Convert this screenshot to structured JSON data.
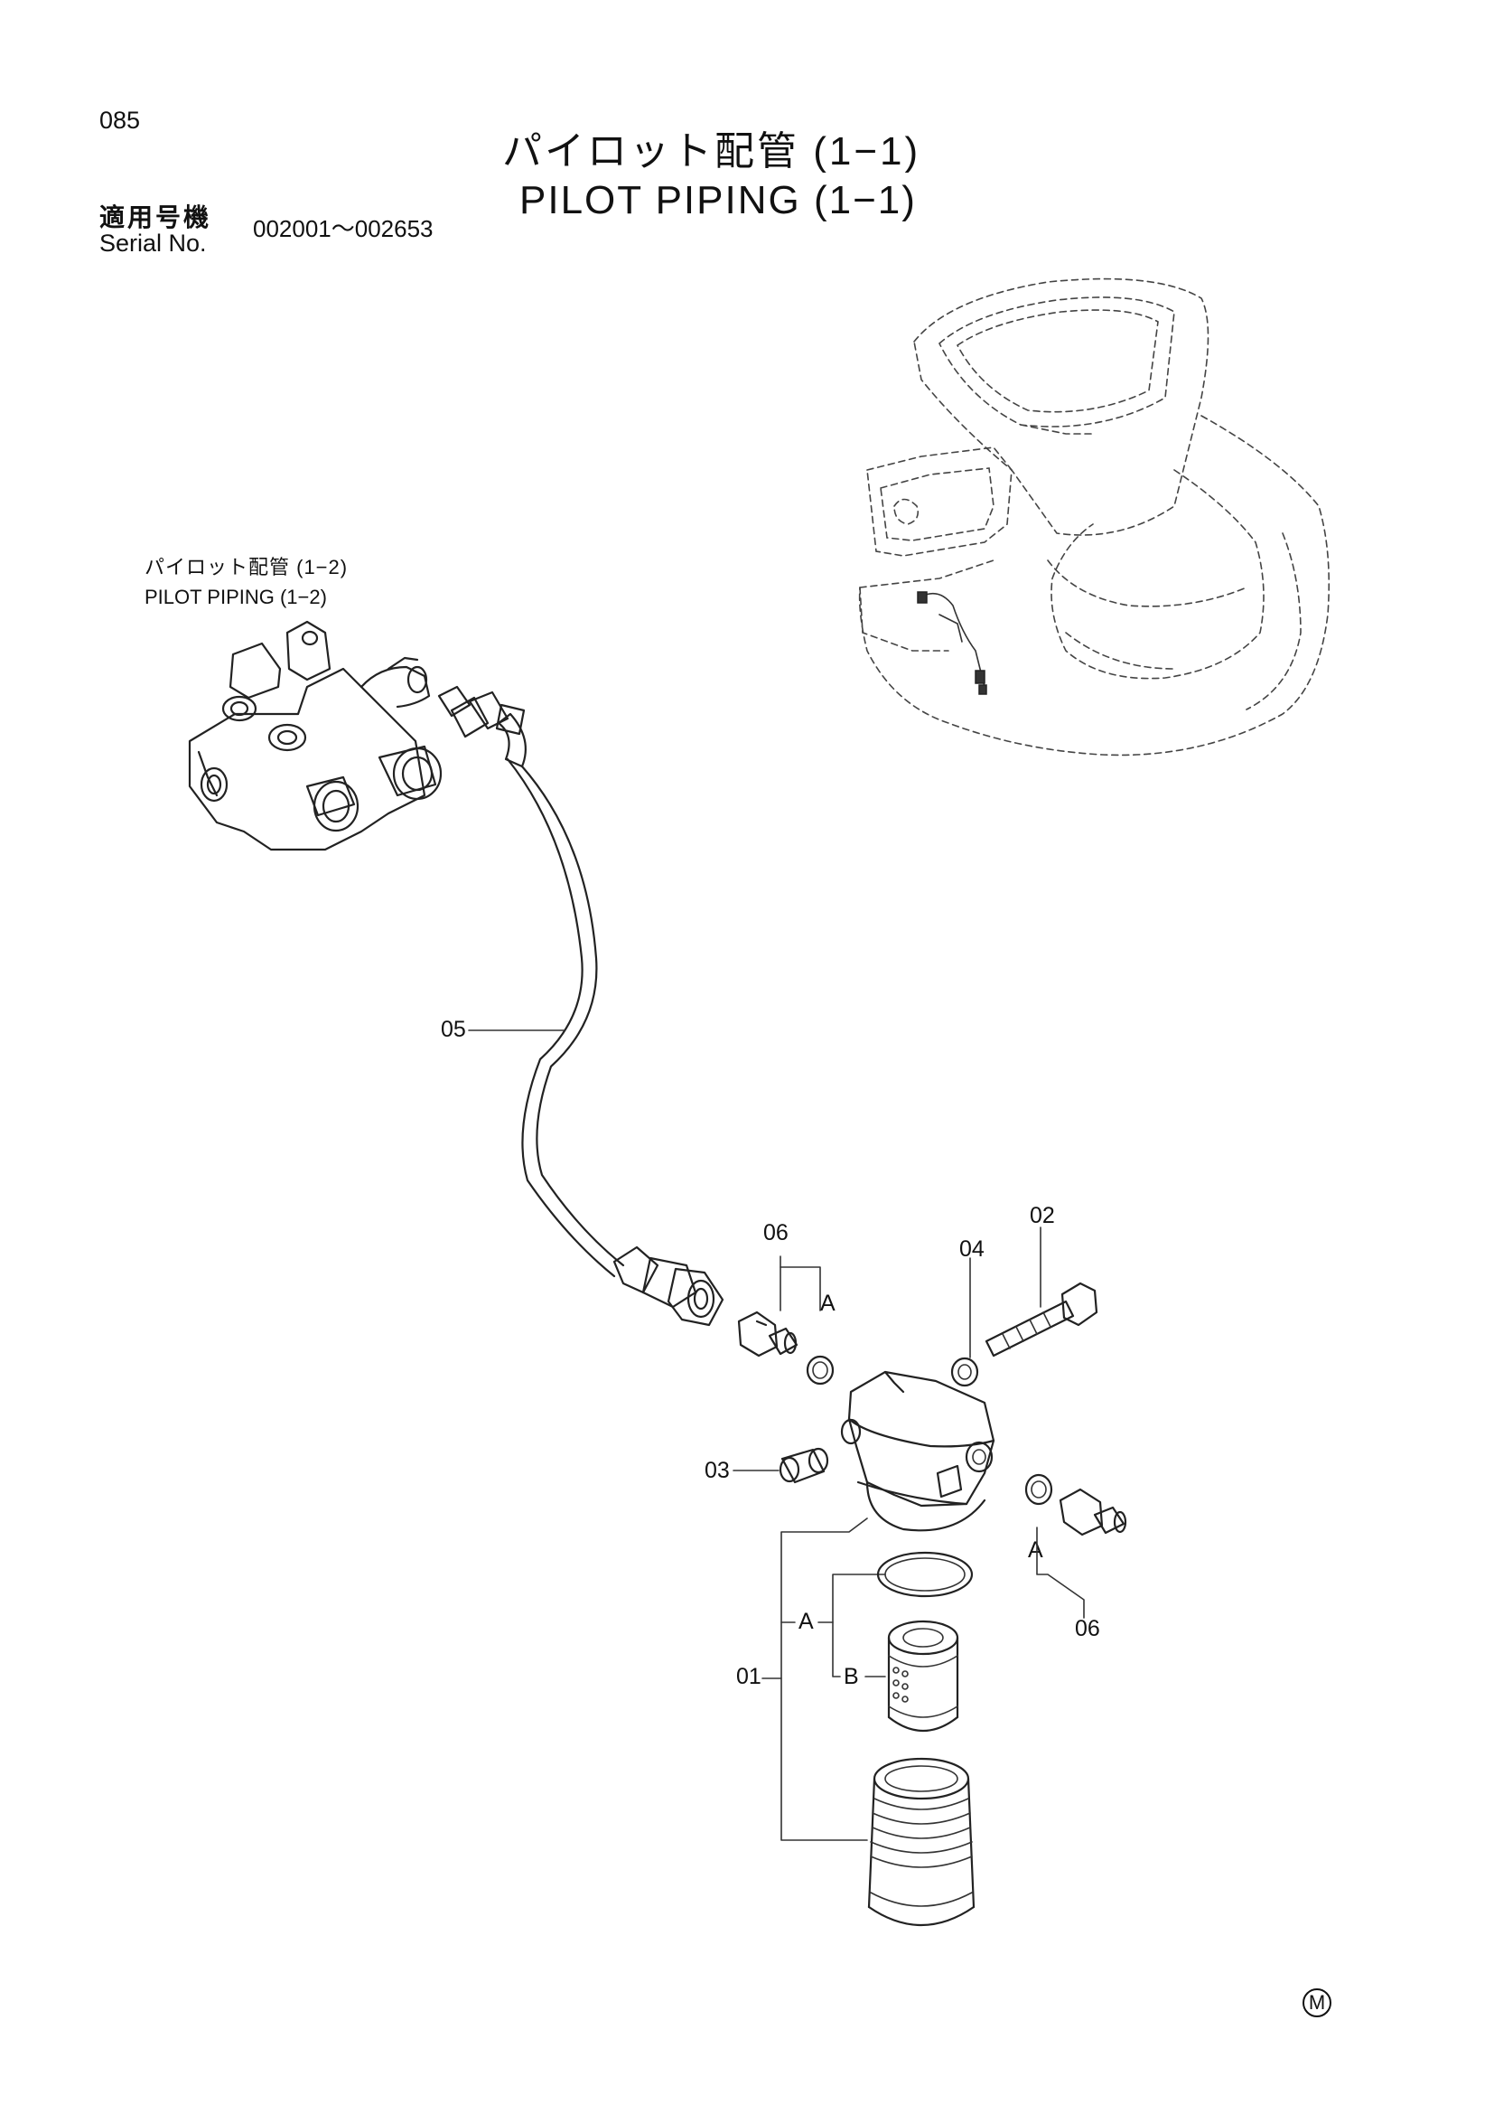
{
  "header": {
    "page_number": "085",
    "title_jp": "パイロット配管 (1−1)",
    "title_en": "PILOT PIPING (1−1)"
  },
  "serial": {
    "label_jp": "適用号機",
    "label_en": "Serial No.",
    "range": "002001～002653"
  },
  "reference": {
    "label_jp": "パイロット配管 (1−2)",
    "label_en": "PILOT PIPING (1−2)"
  },
  "callouts": {
    "c01": "01",
    "c02": "02",
    "c03": "03",
    "c04": "04",
    "c05": "05",
    "c06_top": "06",
    "c06_bottom": "06",
    "a_top": "A",
    "a_bottom": "A",
    "a_filter": "A",
    "b_filter": "B"
  },
  "footer": {
    "mark": "M"
  }
}
